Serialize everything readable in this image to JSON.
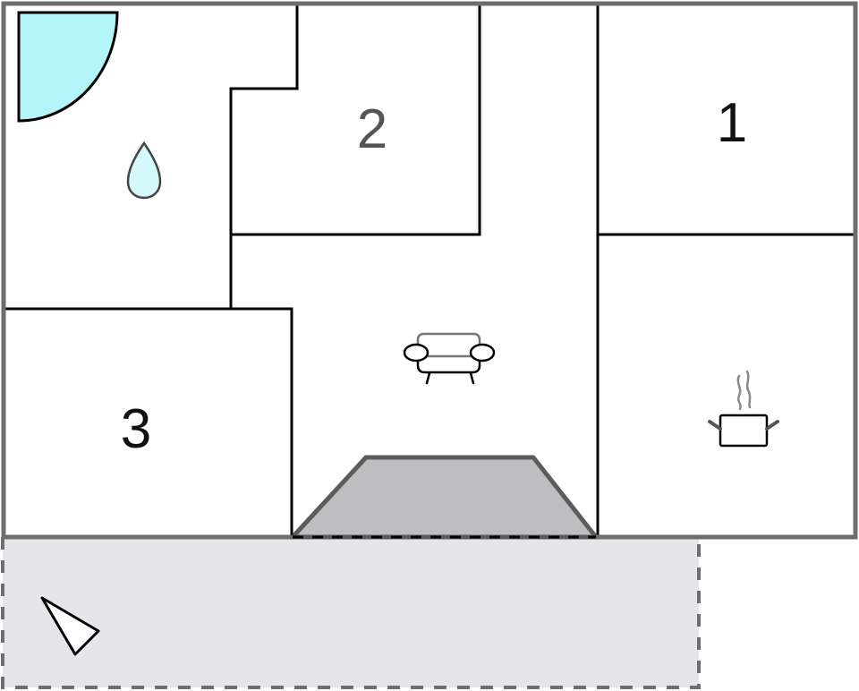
{
  "diagram": {
    "type": "floor-plan",
    "rooms": [
      {
        "id": "bedroom-1",
        "label": "1"
      },
      {
        "id": "bedroom-2",
        "label": "2"
      },
      {
        "id": "bedroom-3",
        "label": "3"
      },
      {
        "id": "bathroom",
        "icon": "water-drop-icon"
      },
      {
        "id": "living-room",
        "icon": "sofa-icon"
      },
      {
        "id": "kitchen",
        "icon": "cooking-pot-icon"
      },
      {
        "id": "entrance-hall",
        "icon": "none"
      },
      {
        "id": "terrace",
        "icon": "compass-pointer-icon"
      }
    ],
    "colors": {
      "outer_wall": "#6e6e6e",
      "inner_wall": "#000000",
      "shower_fill": "#b3f6fa",
      "drop_fill": "#d4fafc",
      "entrance_fill": "#bebec0",
      "terrace_fill": "#e6e6ea"
    }
  }
}
